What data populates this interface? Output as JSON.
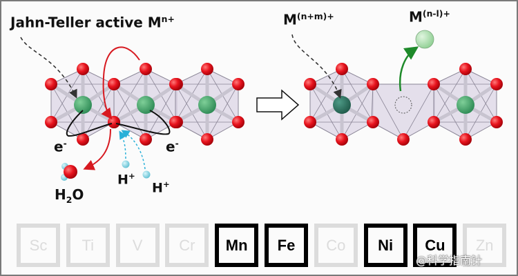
{
  "left_panel": {
    "title": "Jahn-Teller active M",
    "title_sup": "n+",
    "electron_label": "e",
    "electron_sup": "-",
    "water_label_h": "H",
    "water_label_sub": "2",
    "water_label_o": "O",
    "proton_label": "H",
    "proton_sup": "+"
  },
  "right_panel": {
    "oxidized_label": "M",
    "oxidized_sup": "(n+m)+",
    "dissolved_label": "M",
    "dissolved_sup": "(n-l)+"
  },
  "elements": [
    {
      "symbol": "Sc",
      "active": false
    },
    {
      "symbol": "Ti",
      "active": false
    },
    {
      "symbol": "V",
      "active": false
    },
    {
      "symbol": "Cr",
      "active": false
    },
    {
      "symbol": "Mn",
      "active": true
    },
    {
      "symbol": "Fe",
      "active": true
    },
    {
      "symbol": "Co",
      "active": false
    },
    {
      "symbol": "Ni",
      "active": true
    },
    {
      "symbol": "Cu",
      "active": true
    },
    {
      "symbol": "Zn",
      "active": false
    }
  ],
  "watermark": "@科学指南针",
  "colors": {
    "oxygen": "#e8141e",
    "metal": "#3a9a62",
    "oxidized_metal": "#2a6e5a",
    "released_metal": "#a6dba8",
    "proton": "#7fd0e0",
    "red_arrow": "#d71920",
    "green_arrow": "#1e8a2a",
    "cyan_arrow": "#2ab0d8"
  }
}
